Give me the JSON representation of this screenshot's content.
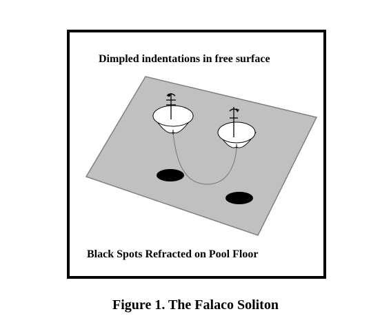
{
  "diagram": {
    "top_label": "Dimpled indentations in free surface",
    "bottom_label": "Black Spots Refracted on Pool Floor"
  },
  "caption": "Figure 1. The Falaco Soliton",
  "colors": {
    "surface_fill": "#c0c0c0",
    "surface_stroke": "#808080",
    "frame_border": "#000000",
    "spot_fill": "#000000",
    "dimple_fill": "#ffffff",
    "connecting_thread": "#808080"
  },
  "icons": [
    "rotation-axis-icon-left",
    "rotation-axis-icon-right"
  ]
}
